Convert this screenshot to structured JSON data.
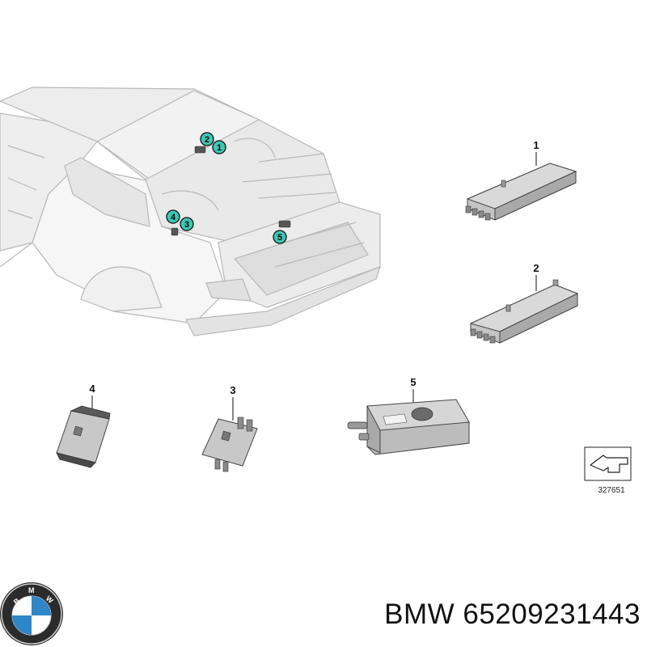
{
  "callouts": [
    {
      "id": "1",
      "label": "1"
    },
    {
      "id": "2",
      "label": "2"
    },
    {
      "id": "3",
      "label": "3"
    },
    {
      "id": "4",
      "label": "4"
    },
    {
      "id": "5",
      "label": "5"
    }
  ],
  "parts": [
    {
      "id": "1",
      "label": "1"
    },
    {
      "id": "2",
      "label": "2"
    },
    {
      "id": "3",
      "label": "3"
    },
    {
      "id": "4",
      "label": "4"
    },
    {
      "id": "5",
      "label": "5"
    }
  ],
  "diagram_number": "327651",
  "logo": {
    "text": "BMW"
  },
  "caption": "BMW 65209231443",
  "colors": {
    "callout_fill": "#3fc6b4",
    "part_grey": "#bcbcbc",
    "body_line": "#c9c9c9"
  }
}
